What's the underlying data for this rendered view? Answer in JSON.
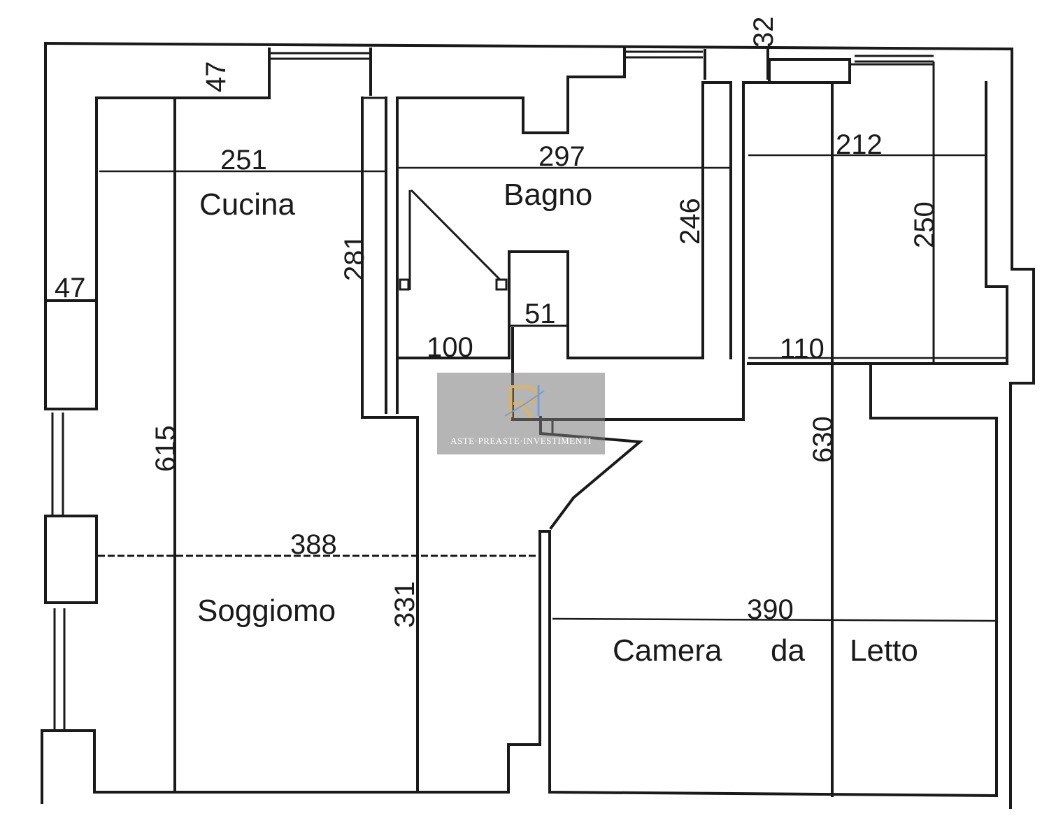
{
  "rooms": {
    "cucina": "Cucina",
    "bagno": "Bagno",
    "soggiorno": "Soggiomo",
    "camera_1": "Camera",
    "camera_2": "da",
    "camera_3": "Letto"
  },
  "dimensions": {
    "d_47_top": "47",
    "d_32": "32",
    "d_251": "251",
    "d_297": "297",
    "d_212": "212",
    "d_246": "246",
    "d_250": "250",
    "d_281": "281",
    "d_47_left": "47",
    "d_51": "51",
    "d_100": "100",
    "d_110": "110",
    "d_615": "615",
    "d_630": "630",
    "d_388": "388",
    "d_331": "331",
    "d_390": "390"
  },
  "watermark": {
    "monogram": "RI",
    "caption": "ASTE·PREASTE·INVESTIMENTI",
    "colors": {
      "gold": "#d9b36a",
      "blue": "#6fa0d8",
      "panel": "#7a7a7a"
    }
  }
}
